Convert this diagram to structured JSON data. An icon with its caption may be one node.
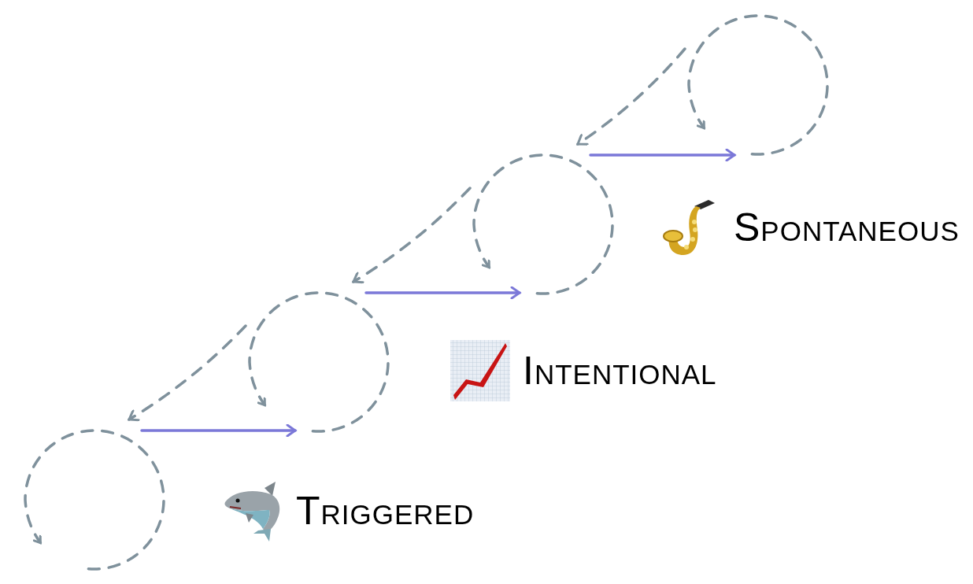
{
  "diagram": {
    "nodes": [
      {
        "text": [],
        "shape": "circle"
      },
      {
        "text": [],
        "shape": "circle"
      },
      {
        "text": [],
        "shape": "circle"
      },
      {
        "text": [],
        "shape": "circle"
      }
    ],
    "edges": [
      {
        "from": 3,
        "to": 2,
        "arrow": "to",
        "style": "dashed"
      },
      {
        "from": 2,
        "to": 1,
        "arrow": "to",
        "style": "dashed"
      },
      {
        "from": 1,
        "to": 0,
        "arrow": "to",
        "style": "dashed"
      },
      {
        "from": 0,
        "to": 1,
        "arrow": "to",
        "color": "#7b78d8"
      },
      {
        "from": 1,
        "to": 2,
        "arrow": "to",
        "color": "#7b78d8"
      },
      {
        "from": 2,
        "to": 3,
        "arrow": "to",
        "color": "#7b78d8"
      }
    ],
    "labels": [
      "Spontaneous",
      "Intentional",
      "Triggered"
    ]
  }
}
